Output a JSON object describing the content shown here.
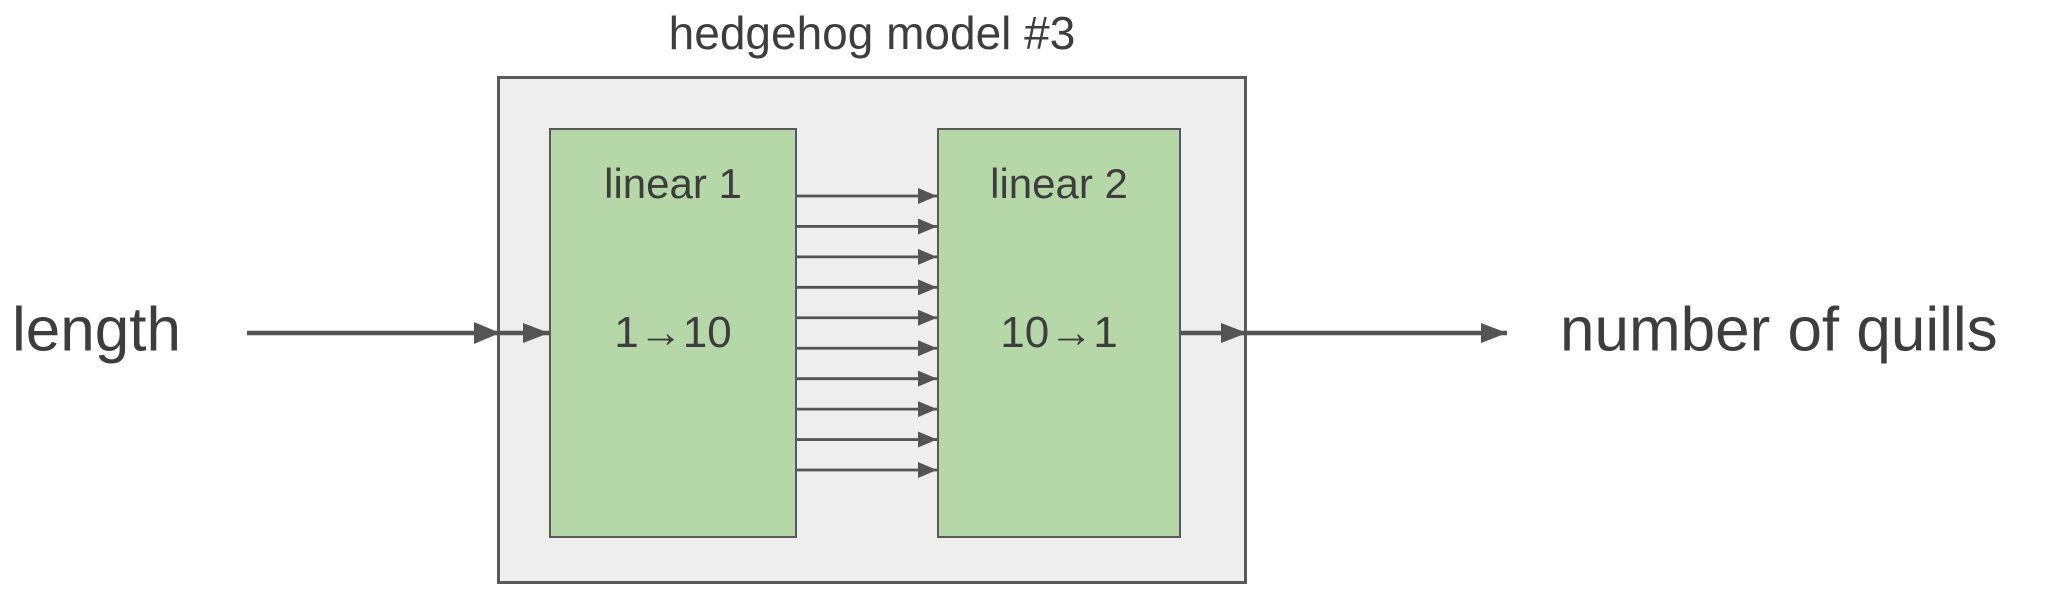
{
  "diagram": {
    "title": "hedgehog model #3",
    "input_label": "length",
    "output_label": "number of quills",
    "layers": [
      {
        "name": "linear 1",
        "dims": "1→10"
      },
      {
        "name": "linear 2",
        "dims": "10→1"
      }
    ],
    "hidden_connections": 10,
    "colors": {
      "box_fill": "#eeeeee",
      "box_border": "#595959",
      "layer_fill": "#b6d7a8",
      "layer_border": "#595959",
      "arrow": "#545454",
      "text": "#3d3d3d"
    }
  }
}
